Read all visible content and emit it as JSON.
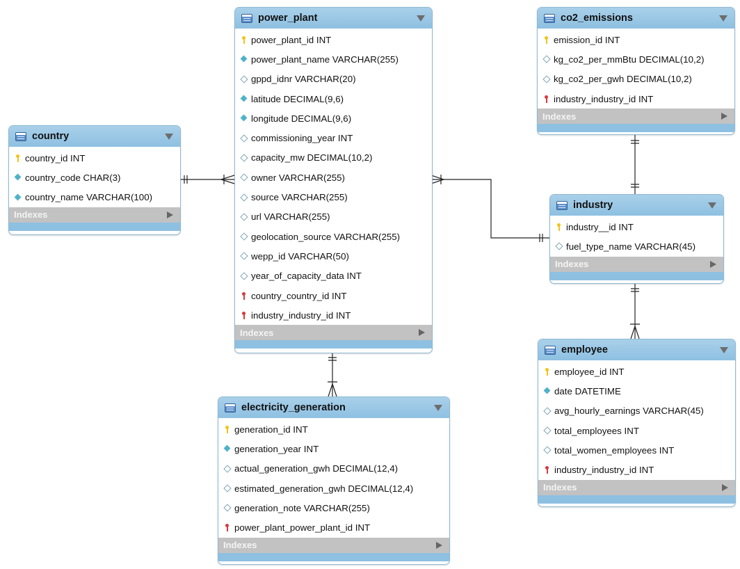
{
  "indexes_label": "Indexes",
  "colors": {
    "header": "#9dc9e6",
    "index_bar": "#c2c2c2",
    "line": "#222222"
  },
  "tables": [
    {
      "id": "country",
      "name": "country",
      "columns": [
        {
          "icon": "key-pk",
          "text": "country_id INT"
        },
        {
          "icon": "diamond-filled",
          "text": "country_code CHAR(3)"
        },
        {
          "icon": "diamond-filled",
          "text": "country_name VARCHAR(100)"
        }
      ]
    },
    {
      "id": "power-plant",
      "name": "power_plant",
      "columns": [
        {
          "icon": "key-pk",
          "text": "power_plant_id INT"
        },
        {
          "icon": "diamond-filled",
          "text": "power_plant_name VARCHAR(255)"
        },
        {
          "icon": "diamond-empty",
          "text": "gppd_idnr VARCHAR(20)"
        },
        {
          "icon": "diamond-filled",
          "text": "latitude DECIMAL(9,6)"
        },
        {
          "icon": "diamond-filled",
          "text": "longitude DECIMAL(9,6)"
        },
        {
          "icon": "diamond-empty",
          "text": "commissioning_year INT"
        },
        {
          "icon": "diamond-empty",
          "text": "capacity_mw DECIMAL(10,2)"
        },
        {
          "icon": "diamond-empty",
          "text": "owner VARCHAR(255)"
        },
        {
          "icon": "diamond-empty",
          "text": "source VARCHAR(255)"
        },
        {
          "icon": "diamond-empty",
          "text": "url VARCHAR(255)"
        },
        {
          "icon": "diamond-empty",
          "text": "geolocation_source VARCHAR(255)"
        },
        {
          "icon": "diamond-empty",
          "text": "wepp_id VARCHAR(50)"
        },
        {
          "icon": "diamond-empty",
          "text": "year_of_capacity_data INT"
        },
        {
          "icon": "key-fk",
          "text": "country_country_id INT"
        },
        {
          "icon": "key-fk",
          "text": "industry_industry_id INT"
        }
      ]
    },
    {
      "id": "co2-emissions",
      "name": "co2_emissions",
      "columns": [
        {
          "icon": "key-pk",
          "text": "emission_id INT"
        },
        {
          "icon": "diamond-empty",
          "text": "kg_co2_per_mmBtu DECIMAL(10,2)"
        },
        {
          "icon": "diamond-empty",
          "text": "kg_co2_per_gwh DECIMAL(10,2)"
        },
        {
          "icon": "key-fk",
          "text": "industry_industry_id INT"
        }
      ]
    },
    {
      "id": "industry",
      "name": "industry",
      "columns": [
        {
          "icon": "key-pk",
          "text": "industry__id INT"
        },
        {
          "icon": "diamond-empty",
          "text": "fuel_type_name VARCHAR(45)"
        }
      ]
    },
    {
      "id": "employee",
      "name": "employee",
      "columns": [
        {
          "icon": "key-pk",
          "text": "employee_id INT"
        },
        {
          "icon": "diamond-filled",
          "text": "date DATETIME"
        },
        {
          "icon": "diamond-empty",
          "text": "avg_hourly_earnings VARCHAR(45)"
        },
        {
          "icon": "diamond-empty",
          "text": "total_employees INT"
        },
        {
          "icon": "diamond-empty",
          "text": "total_women_employees INT"
        },
        {
          "icon": "key-fk",
          "text": "industry_industry_id INT"
        }
      ]
    },
    {
      "id": "electricity-generation",
      "name": "electricity_generation",
      "columns": [
        {
          "icon": "key-pk",
          "text": "generation_id INT"
        },
        {
          "icon": "diamond-filled",
          "text": "generation_year INT"
        },
        {
          "icon": "diamond-empty",
          "text": "actual_generation_gwh DECIMAL(12,4)"
        },
        {
          "icon": "diamond-empty",
          "text": "estimated_generation_gwh DECIMAL(12,4)"
        },
        {
          "icon": "diamond-empty",
          "text": "generation_note VARCHAR(255)"
        },
        {
          "icon": "key-fk",
          "text": "power_plant_power_plant_id INT"
        }
      ]
    }
  ],
  "relationships": [
    {
      "from": "country",
      "to": "power_plant",
      "cardinality": "one-to-many"
    },
    {
      "from": "industry",
      "to": "power_plant",
      "cardinality": "one-to-many"
    },
    {
      "from": "industry",
      "to": "co2_emissions",
      "cardinality": "one-to-one"
    },
    {
      "from": "industry",
      "to": "employee",
      "cardinality": "one-to-many"
    },
    {
      "from": "power_plant",
      "to": "electricity_generation",
      "cardinality": "one-to-many"
    }
  ]
}
